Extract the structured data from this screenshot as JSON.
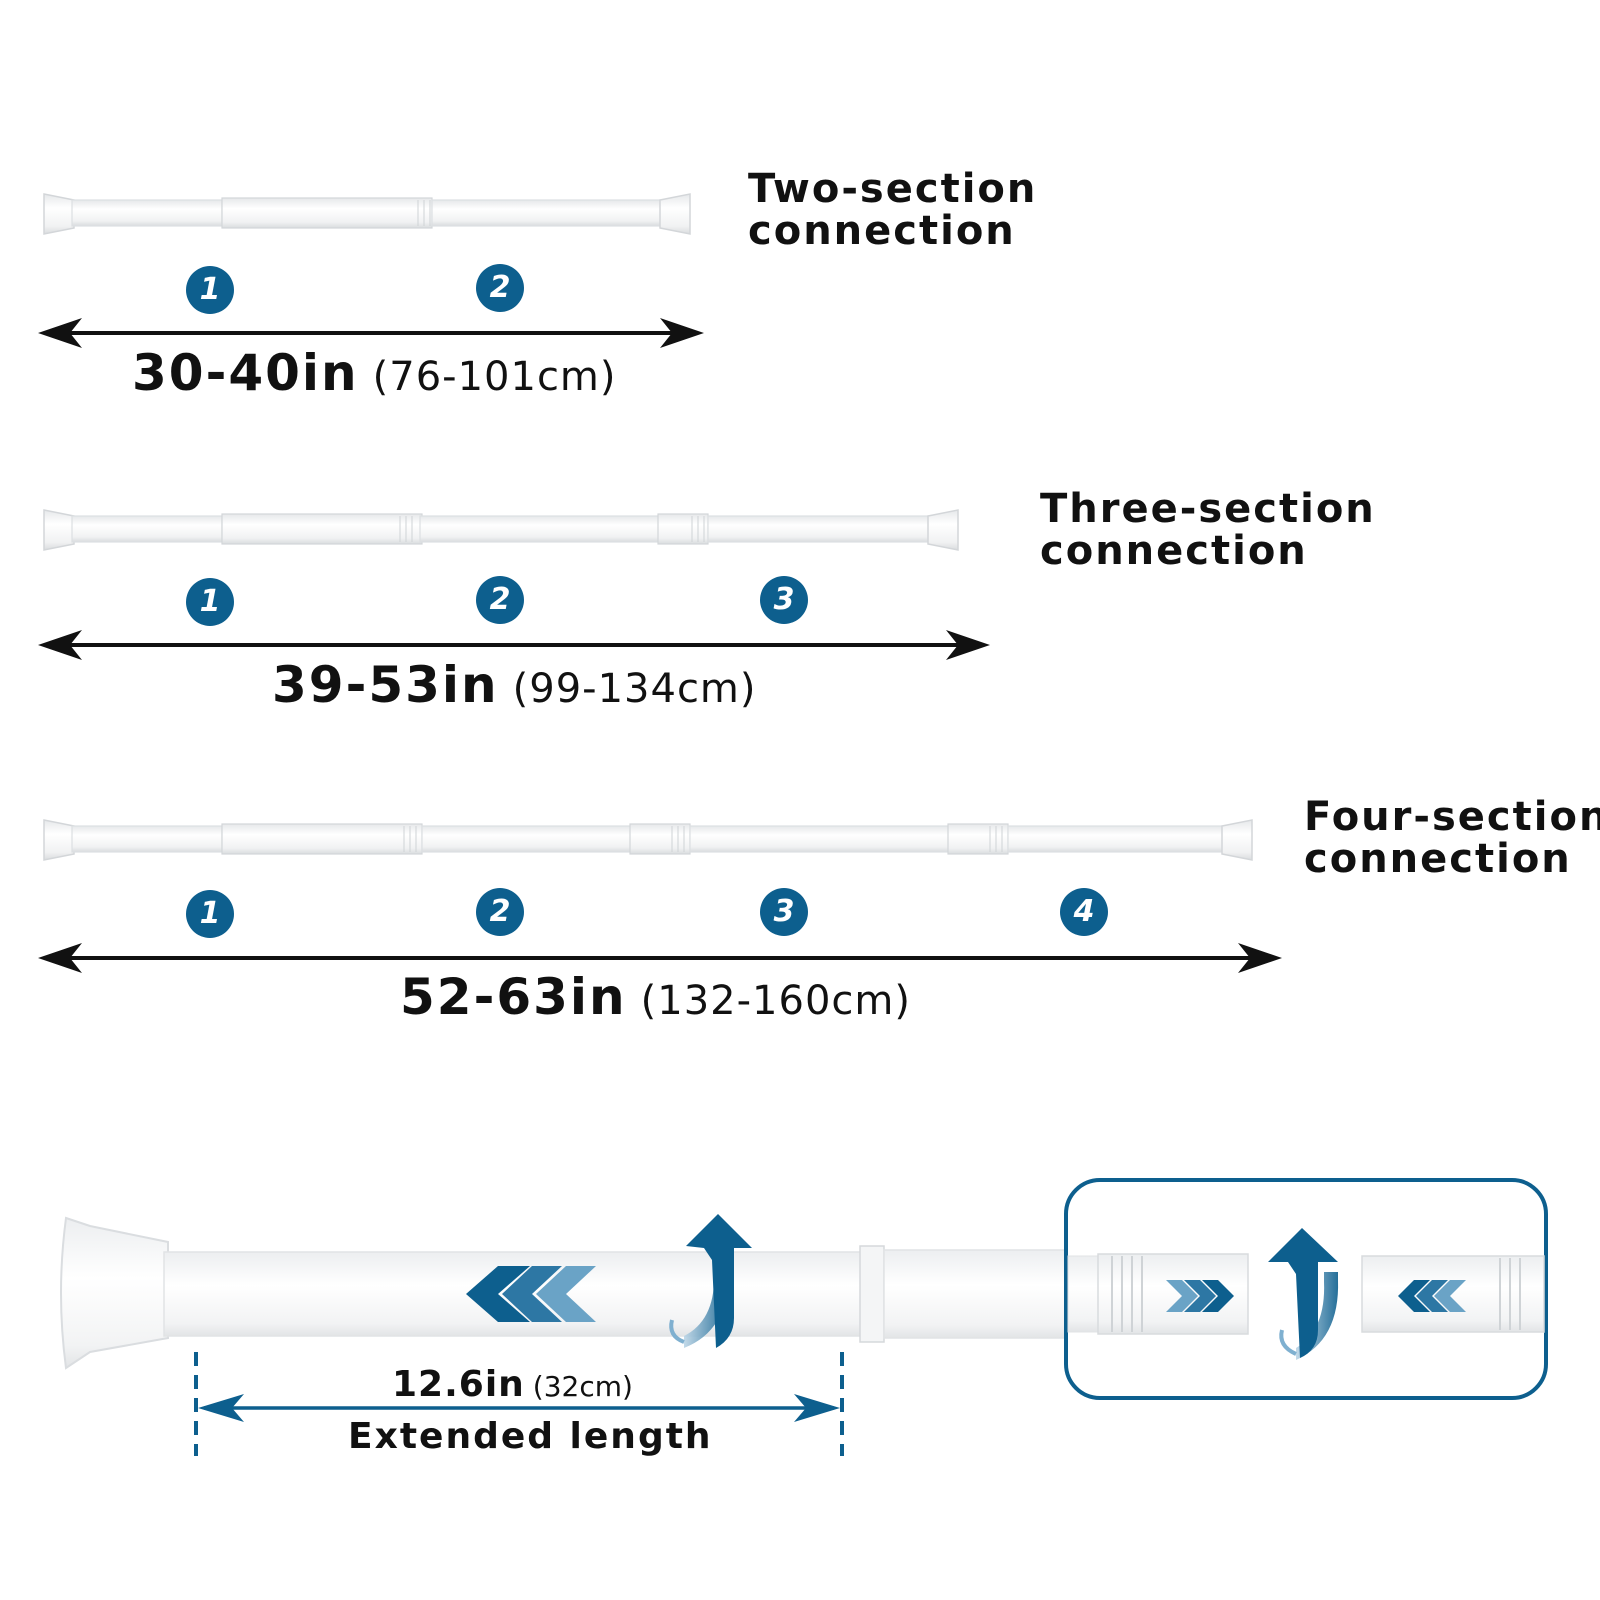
{
  "configs": [
    {
      "label_line1": "Two-section",
      "label_line2": "connection",
      "size_in": "30-40in",
      "size_cm": "(76-101cm)",
      "badges": [
        "1",
        "2"
      ]
    },
    {
      "label_line1": "Three-section",
      "label_line2": "connection",
      "size_in": "39-53in",
      "size_cm": "(99-134cm)",
      "badges": [
        "1",
        "2",
        "3"
      ]
    },
    {
      "label_line1": "Four-section",
      "label_line2": "connection",
      "size_in": "52-63in",
      "size_cm": "(132-160cm)",
      "badges": [
        "1",
        "2",
        "3",
        "4"
      ]
    }
  ],
  "extension": {
    "length_in": "12.6in",
    "length_cm": "(32cm)",
    "caption": "Extended length"
  },
  "colors": {
    "accent": "#0d5f8e",
    "accent_light": "#5b95b8",
    "arrow_black": "#111111",
    "rod": "#f4f5f6"
  },
  "icons": [
    "double-headed-arrow-icon",
    "twist-arrow-icon",
    "chevron-left-icon",
    "chevron-right-icon"
  ]
}
